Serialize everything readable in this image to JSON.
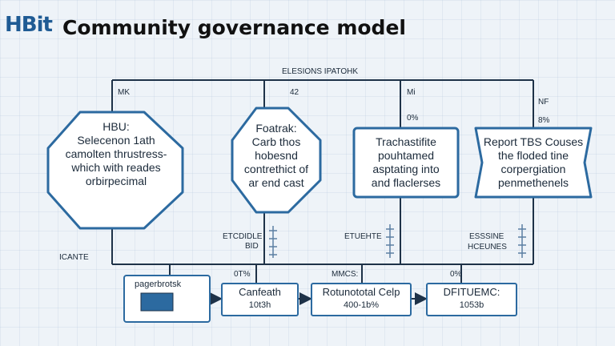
{
  "header": {
    "logo": "HBit",
    "title": "Community governance model"
  },
  "diagram": {
    "top_label": "ELESIONS IPATOHK",
    "branch_labels": [
      "MK",
      "42",
      "Mi",
      "NF"
    ],
    "pct_labels": [
      "0%",
      "8%"
    ],
    "nodes": [
      {
        "lines": [
          "HBU:",
          "Selecenon 1ath",
          "camolten thrustress-",
          "which with reades",
          "orbirpecimal"
        ]
      },
      {
        "lines": [
          "Foatrak:",
          "Carb thos",
          "hobesnd",
          "contrethict of",
          "ar end cast"
        ]
      },
      {
        "lines": [
          "Trachastifite",
          "pouhtamed",
          "asptating into",
          "and flaclerses"
        ]
      },
      {
        "lines": [
          "Report TBS Couses",
          "the floded tine",
          "corpergiation",
          "penmethenels"
        ]
      }
    ],
    "side_labels": {
      "left": "ICANTE",
      "mid1_a": "ETCDIDLE",
      "mid1_b": "BID",
      "mid2": "ETUEHTE",
      "right_a": "ESSSINE",
      "right_b": "HCEUNES"
    },
    "bottom_top_labels": [
      "0T%",
      "MMCS:",
      "0%"
    ],
    "bottom_nodes": [
      {
        "label": "pagerbrotsk"
      },
      {
        "lines": [
          "Canfeath",
          "10t3h"
        ]
      },
      {
        "lines": [
          "Rotunototal Celp",
          "400-1b%"
        ]
      },
      {
        "lines": [
          "DFITUEMC:",
          "1053b"
        ]
      }
    ]
  },
  "colors": {
    "line": "#1e3248",
    "node_fill": "#ffffff",
    "node_stroke": "#2c6aa0",
    "accent": "#1f5b94"
  }
}
